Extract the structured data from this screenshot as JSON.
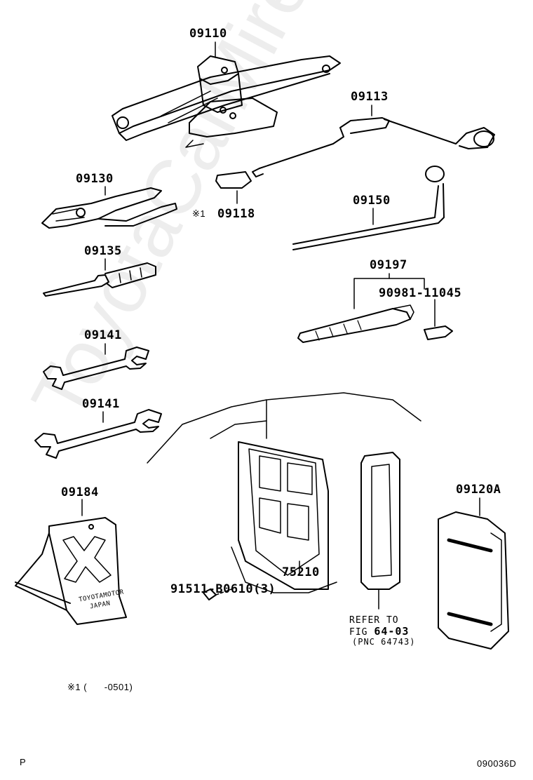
{
  "parts": {
    "jack": "09110",
    "jack_handle": "09113",
    "cap": "09118",
    "cap_mark": "※1",
    "pliers": "09130",
    "screwdriver": "09135",
    "wrench_1": "09141",
    "wrench_2": "09141",
    "wheel_brace": "09150",
    "towing_hook_tool": "09197",
    "bulb": "90981-11045",
    "triangle": "09184",
    "tool_bag": "09120A",
    "tray": "75210",
    "screw": "91511-B0610(3)"
  },
  "refer": {
    "line1": "REFER TO",
    "fig_prefix": "FIG",
    "fig": "64-03",
    "pnc": "(PNC 64743)"
  },
  "triangle_text": {
    "line1": "TOYOTAMOTOR",
    "line2": "JAPAN"
  },
  "footnote": "※1 (      -0501)",
  "corner_left": "P",
  "corner_right": "090036D",
  "watermark": "ToyotaCarMire.ru"
}
